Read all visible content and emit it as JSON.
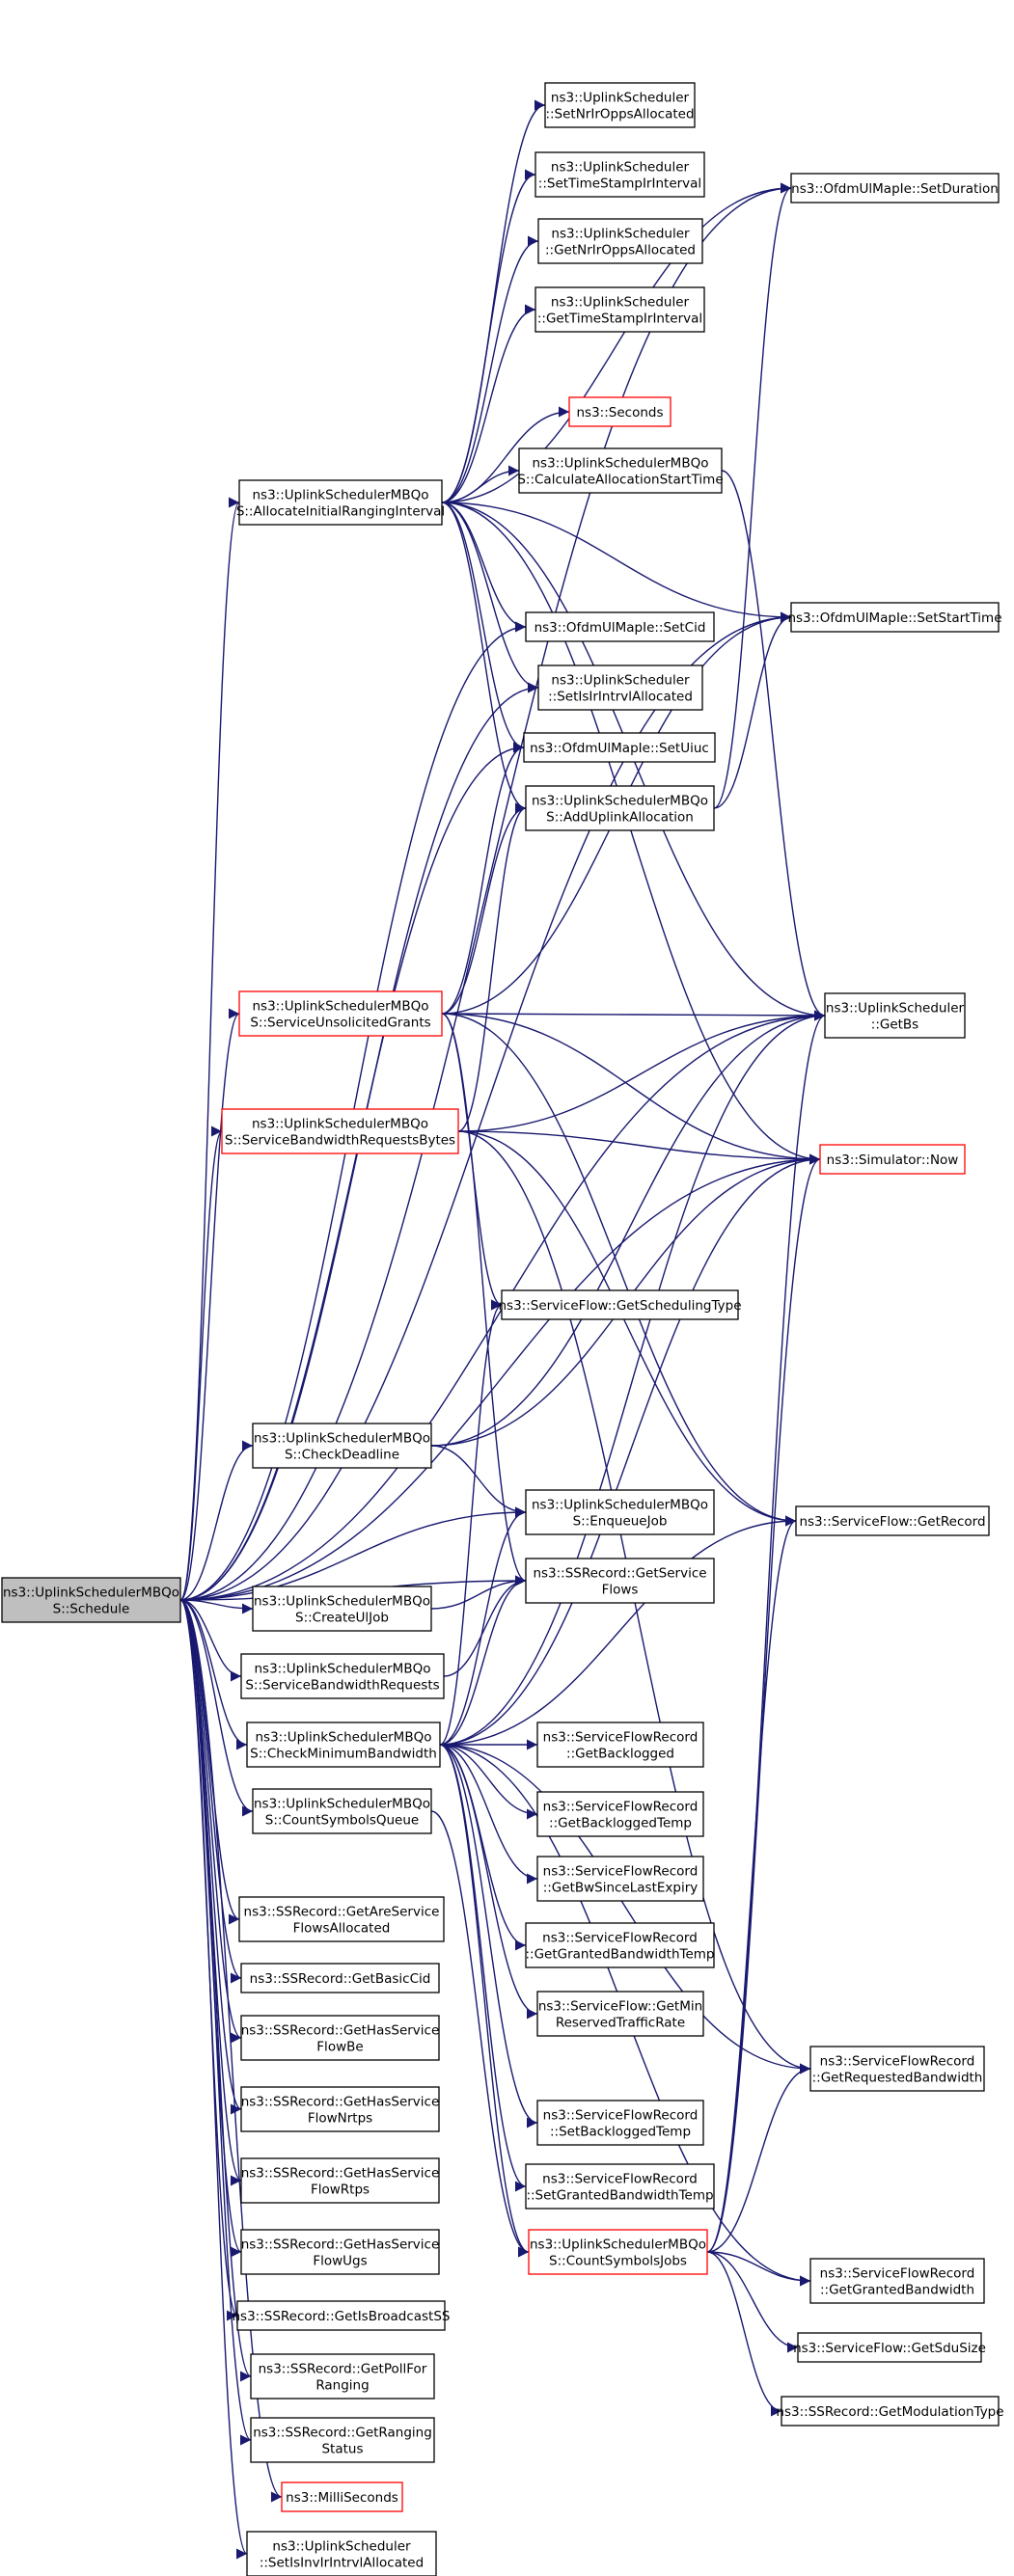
{
  "colors": {
    "edge": "#191970",
    "normal_border": "#000000",
    "highlight_border": "#ff0000",
    "root_fill": "#bfbfbf"
  },
  "nodes": {
    "schedule": {
      "lines": [
        "ns3::UplinkSchedulerMBQo",
        "S::Schedule"
      ],
      "style": "root"
    },
    "allocateInitialRanging": {
      "lines": [
        "ns3::UplinkSchedulerMBQo",
        "S::AllocateInitialRangingInterval"
      ],
      "style": "normal"
    },
    "serviceUnsolicitedGrants": {
      "lines": [
        "ns3::UplinkSchedulerMBQo",
        "S::ServiceUnsolicitedGrants"
      ],
      "style": "red"
    },
    "serviceBandwidthRequestsBytes": {
      "lines": [
        "ns3::UplinkSchedulerMBQo",
        "S::ServiceBandwidthRequestsBytes"
      ],
      "style": "red"
    },
    "checkDeadline": {
      "lines": [
        "ns3::UplinkSchedulerMBQo",
        "S::CheckDeadline"
      ],
      "style": "normal"
    },
    "createUlJob": {
      "lines": [
        "ns3::UplinkSchedulerMBQo",
        "S::CreateUlJob"
      ],
      "style": "normal"
    },
    "serviceBandwidthRequests": {
      "lines": [
        "ns3::UplinkSchedulerMBQo",
        "S::ServiceBandwidthRequests"
      ],
      "style": "normal"
    },
    "checkMinimumBandwidth": {
      "lines": [
        "ns3::UplinkSchedulerMBQo",
        "S::CheckMinimumBandwidth"
      ],
      "style": "normal"
    },
    "countSymbolsQueue": {
      "lines": [
        "ns3::UplinkSchedulerMBQo",
        "S::CountSymbolsQueue"
      ],
      "style": "normal"
    },
    "getAreServiceFlowsAllocated": {
      "lines": [
        "ns3::SSRecord::GetAreService",
        "FlowsAllocated"
      ],
      "style": "normal"
    },
    "getBasicCid": {
      "lines": [
        "ns3::SSRecord::GetBasicCid"
      ],
      "style": "normal"
    },
    "getHasServiceFlowBe": {
      "lines": [
        "ns3::SSRecord::GetHasService",
        "FlowBe"
      ],
      "style": "normal"
    },
    "getHasServiceFlowNrtps": {
      "lines": [
        "ns3::SSRecord::GetHasService",
        "FlowNrtps"
      ],
      "style": "normal"
    },
    "getHasServiceFlowRtps": {
      "lines": [
        "ns3::SSRecord::GetHasService",
        "FlowRtps"
      ],
      "style": "normal"
    },
    "getHasServiceFlowUgs": {
      "lines": [
        "ns3::SSRecord::GetHasService",
        "FlowUgs"
      ],
      "style": "normal"
    },
    "getIsBroadcastSS": {
      "lines": [
        "ns3::SSRecord::GetIsBroadcastSS"
      ],
      "style": "normal"
    },
    "getPollForRanging": {
      "lines": [
        "ns3::SSRecord::GetPollFor",
        "Ranging"
      ],
      "style": "normal"
    },
    "getRangingStatus": {
      "lines": [
        "ns3::SSRecord::GetRanging",
        "Status"
      ],
      "style": "normal"
    },
    "milliSeconds": {
      "lines": [
        "ns3::MilliSeconds"
      ],
      "style": "red"
    },
    "setIsInvIrIntrvlAllocated": {
      "lines": [
        "ns3::UplinkScheduler",
        "::SetIsInvIrIntrvlAllocated"
      ],
      "style": "normal"
    },
    "setNrIrOppsAllocated": {
      "lines": [
        "ns3::UplinkScheduler",
        "::SetNrIrOppsAllocated"
      ],
      "style": "normal"
    },
    "setTimeStampIrInterval": {
      "lines": [
        "ns3::UplinkScheduler",
        "::SetTimeStampIrInterval"
      ],
      "style": "normal"
    },
    "getNrIrOppsAllocated": {
      "lines": [
        "ns3::UplinkScheduler",
        "::GetNrIrOppsAllocated"
      ],
      "style": "normal"
    },
    "getTimeStampIrInterval": {
      "lines": [
        "ns3::UplinkScheduler",
        "::GetTimeStampIrInterval"
      ],
      "style": "normal"
    },
    "seconds": {
      "lines": [
        "ns3::Seconds"
      ],
      "style": "red"
    },
    "calculateAllocationStartTime": {
      "lines": [
        "ns3::UplinkSchedulerMBQo",
        "S::CalculateAllocationStartTime"
      ],
      "style": "normal"
    },
    "setCid": {
      "lines": [
        "ns3::OfdmUlMapIe::SetCid"
      ],
      "style": "normal"
    },
    "setIsIrIntrvlAllocated": {
      "lines": [
        "ns3::UplinkScheduler",
        "::SetIsIrIntrvlAllocated"
      ],
      "style": "normal"
    },
    "setUiuc": {
      "lines": [
        "ns3::OfdmUlMapIe::SetUiuc"
      ],
      "style": "normal"
    },
    "addUplinkAllocation": {
      "lines": [
        "ns3::UplinkSchedulerMBQo",
        "S::AddUplinkAllocation"
      ],
      "style": "normal"
    },
    "getSchedulingType": {
      "lines": [
        "ns3::ServiceFlow::GetSchedulingType"
      ],
      "style": "normal"
    },
    "enqueueJob": {
      "lines": [
        "ns3::UplinkSchedulerMBQo",
        "S::EnqueueJob"
      ],
      "style": "normal"
    },
    "getServiceFlows": {
      "lines": [
        "ns3::SSRecord::GetService",
        "Flows"
      ],
      "style": "normal"
    },
    "getBacklogged": {
      "lines": [
        "ns3::ServiceFlowRecord",
        "::GetBacklogged"
      ],
      "style": "normal"
    },
    "getBackloggedTemp": {
      "lines": [
        "ns3::ServiceFlowRecord",
        "::GetBackloggedTemp"
      ],
      "style": "normal"
    },
    "getBwSinceLastExpiry": {
      "lines": [
        "ns3::ServiceFlowRecord",
        "::GetBwSinceLastExpiry"
      ],
      "style": "normal"
    },
    "getGrantedBandwidthTemp": {
      "lines": [
        "ns3::ServiceFlowRecord",
        "::GetGrantedBandwidthTemp"
      ],
      "style": "normal"
    },
    "getMinReservedTrafficRate": {
      "lines": [
        "ns3::ServiceFlow::GetMin",
        "ReservedTrafficRate"
      ],
      "style": "normal"
    },
    "setBackloggedTemp": {
      "lines": [
        "ns3::ServiceFlowRecord",
        "::SetBackloggedTemp"
      ],
      "style": "normal"
    },
    "setGrantedBandwidthTemp": {
      "lines": [
        "ns3::ServiceFlowRecord",
        "::SetGrantedBandwidthTemp"
      ],
      "style": "normal"
    },
    "countSymbolsJobs": {
      "lines": [
        "ns3::UplinkSchedulerMBQo",
        "S::CountSymbolsJobs"
      ],
      "style": "red"
    },
    "setDuration": {
      "lines": [
        "ns3::OfdmUlMapIe::SetDuration"
      ],
      "style": "normal"
    },
    "setStartTime": {
      "lines": [
        "ns3::OfdmUlMapIe::SetStartTime"
      ],
      "style": "normal"
    },
    "getBs": {
      "lines": [
        "ns3::UplinkScheduler",
        "::GetBs"
      ],
      "style": "normal"
    },
    "simulatorNow": {
      "lines": [
        "ns3::Simulator::Now"
      ],
      "style": "red"
    },
    "getRecord": {
      "lines": [
        "ns3::ServiceFlow::GetRecord"
      ],
      "style": "normal"
    },
    "getRequestedBandwidth": {
      "lines": [
        "ns3::ServiceFlowRecord",
        "::GetRequestedBandwidth"
      ],
      "style": "normal"
    },
    "getGrantedBandwidth": {
      "lines": [
        "ns3::ServiceFlowRecord",
        "::GetGrantedBandwidth"
      ],
      "style": "normal"
    },
    "getSduSize": {
      "lines": [
        "ns3::ServiceFlow::GetSduSize"
      ],
      "style": "normal"
    },
    "getModulationType": {
      "lines": [
        "ns3::SSRecord::GetModulationType"
      ],
      "style": "normal"
    }
  },
  "edges": [
    [
      "schedule",
      "allocateInitialRanging"
    ],
    [
      "schedule",
      "serviceUnsolicitedGrants"
    ],
    [
      "schedule",
      "serviceBandwidthRequestsBytes"
    ],
    [
      "schedule",
      "checkDeadline"
    ],
    [
      "schedule",
      "createUlJob"
    ],
    [
      "schedule",
      "serviceBandwidthRequests"
    ],
    [
      "schedule",
      "checkMinimumBandwidth"
    ],
    [
      "schedule",
      "countSymbolsQueue"
    ],
    [
      "schedule",
      "getAreServiceFlowsAllocated"
    ],
    [
      "schedule",
      "getBasicCid"
    ],
    [
      "schedule",
      "getHasServiceFlowBe"
    ],
    [
      "schedule",
      "getHasServiceFlowNrtps"
    ],
    [
      "schedule",
      "getHasServiceFlowRtps"
    ],
    [
      "schedule",
      "getHasServiceFlowUgs"
    ],
    [
      "schedule",
      "getIsBroadcastSS"
    ],
    [
      "schedule",
      "getPollForRanging"
    ],
    [
      "schedule",
      "getRangingStatus"
    ],
    [
      "schedule",
      "milliSeconds"
    ],
    [
      "schedule",
      "setIsInvIrIntrvlAllocated"
    ],
    [
      "schedule",
      "setDuration"
    ],
    [
      "schedule",
      "setStartTime"
    ],
    [
      "schedule",
      "setCid"
    ],
    [
      "schedule",
      "setIsIrIntrvlAllocated"
    ],
    [
      "schedule",
      "setUiuc"
    ],
    [
      "schedule",
      "getBs"
    ],
    [
      "schedule",
      "simulatorNow"
    ],
    [
      "schedule",
      "enqueueJob"
    ],
    [
      "schedule",
      "getServiceFlows"
    ],
    [
      "allocateInitialRanging",
      "setNrIrOppsAllocated"
    ],
    [
      "allocateInitialRanging",
      "setTimeStampIrInterval"
    ],
    [
      "allocateInitialRanging",
      "getNrIrOppsAllocated"
    ],
    [
      "allocateInitialRanging",
      "getTimeStampIrInterval"
    ],
    [
      "allocateInitialRanging",
      "seconds"
    ],
    [
      "allocateInitialRanging",
      "calculateAllocationStartTime"
    ],
    [
      "allocateInitialRanging",
      "setCid"
    ],
    [
      "allocateInitialRanging",
      "setIsIrIntrvlAllocated"
    ],
    [
      "allocateInitialRanging",
      "setUiuc"
    ],
    [
      "allocateInitialRanging",
      "addUplinkAllocation"
    ],
    [
      "allocateInitialRanging",
      "setDuration"
    ],
    [
      "allocateInitialRanging",
      "setStartTime"
    ],
    [
      "allocateInitialRanging",
      "getBs"
    ],
    [
      "allocateInitialRanging",
      "simulatorNow"
    ],
    [
      "calculateAllocationStartTime",
      "getBs"
    ],
    [
      "addUplinkAllocation",
      "setDuration"
    ],
    [
      "addUplinkAllocation",
      "setStartTime"
    ],
    [
      "serviceUnsolicitedGrants",
      "setUiuc"
    ],
    [
      "serviceUnsolicitedGrants",
      "addUplinkAllocation"
    ],
    [
      "serviceUnsolicitedGrants",
      "setStartTime"
    ],
    [
      "serviceUnsolicitedGrants",
      "getBs"
    ],
    [
      "serviceUnsolicitedGrants",
      "simulatorNow"
    ],
    [
      "serviceUnsolicitedGrants",
      "getSchedulingType"
    ],
    [
      "serviceUnsolicitedGrants",
      "getRecord"
    ],
    [
      "serviceUnsolicitedGrants",
      "getServiceFlows"
    ],
    [
      "serviceBandwidthRequestsBytes",
      "addUplinkAllocation"
    ],
    [
      "serviceBandwidthRequestsBytes",
      "getBs"
    ],
    [
      "serviceBandwidthRequestsBytes",
      "simulatorNow"
    ],
    [
      "serviceBandwidthRequestsBytes",
      "getRecord"
    ],
    [
      "serviceBandwidthRequestsBytes",
      "getRequestedBandwidth"
    ],
    [
      "checkDeadline",
      "getBs"
    ],
    [
      "checkDeadline",
      "simulatorNow"
    ],
    [
      "checkDeadline",
      "enqueueJob"
    ],
    [
      "createUlJob",
      "getServiceFlows"
    ],
    [
      "serviceBandwidthRequests",
      "getServiceFlows"
    ],
    [
      "checkMinimumBandwidth",
      "getBacklogged"
    ],
    [
      "checkMinimumBandwidth",
      "getBackloggedTemp"
    ],
    [
      "checkMinimumBandwidth",
      "getBwSinceLastExpiry"
    ],
    [
      "checkMinimumBandwidth",
      "getGrantedBandwidthTemp"
    ],
    [
      "checkMinimumBandwidth",
      "getMinReservedTrafficRate"
    ],
    [
      "checkMinimumBandwidth",
      "setBackloggedTemp"
    ],
    [
      "checkMinimumBandwidth",
      "setGrantedBandwidthTemp"
    ],
    [
      "checkMinimumBandwidth",
      "countSymbolsJobs"
    ],
    [
      "checkMinimumBandwidth",
      "getSchedulingType"
    ],
    [
      "checkMinimumBandwidth",
      "enqueueJob"
    ],
    [
      "checkMinimumBandwidth",
      "getServiceFlows"
    ],
    [
      "checkMinimumBandwidth",
      "getRecord"
    ],
    [
      "checkMinimumBandwidth",
      "getRequestedBandwidth"
    ],
    [
      "checkMinimumBandwidth",
      "getGrantedBandwidth"
    ],
    [
      "checkMinimumBandwidth",
      "getBs"
    ],
    [
      "checkMinimumBandwidth",
      "simulatorNow"
    ],
    [
      "countSymbolsQueue",
      "countSymbolsJobs"
    ],
    [
      "countSymbolsJobs",
      "getBs"
    ],
    [
      "countSymbolsJobs",
      "simulatorNow"
    ],
    [
      "countSymbolsJobs",
      "getRecord"
    ],
    [
      "countSymbolsJobs",
      "getRequestedBandwidth"
    ],
    [
      "countSymbolsJobs",
      "getGrantedBandwidth"
    ],
    [
      "countSymbolsJobs",
      "getSduSize"
    ],
    [
      "countSymbolsJobs",
      "getModulationType"
    ]
  ]
}
